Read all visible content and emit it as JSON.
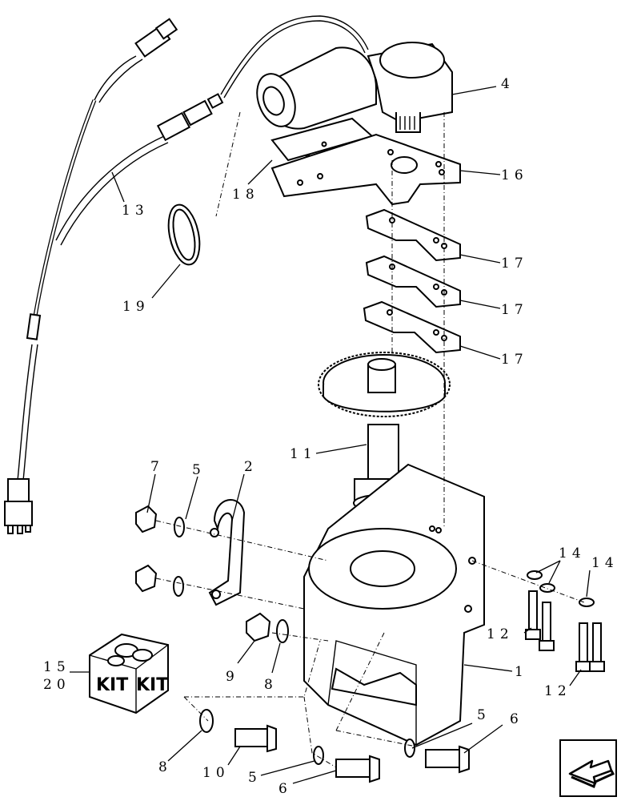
{
  "callouts": {
    "c1": "1",
    "c2": "2",
    "c4": "4",
    "c5a": "5",
    "c5b": "5",
    "c5c": "5",
    "c6a": "6",
    "c6b": "6",
    "c7": "7",
    "c8a": "8",
    "c8b": "8",
    "c9": "9",
    "c10": "10",
    "c11": "11",
    "c12a": "12",
    "c12b": "12",
    "c13": "13",
    "c14a": "14",
    "c14b": "14",
    "c15": "15",
    "c16": "16",
    "c17a": "17",
    "c17b": "17",
    "c17c": "17",
    "c18": "18",
    "c19": "19",
    "c20": "20"
  },
  "kit": {
    "label_left": "KIT",
    "label_right": "KIT"
  },
  "icons": {
    "nav": "arrow-bottom-left-icon"
  }
}
